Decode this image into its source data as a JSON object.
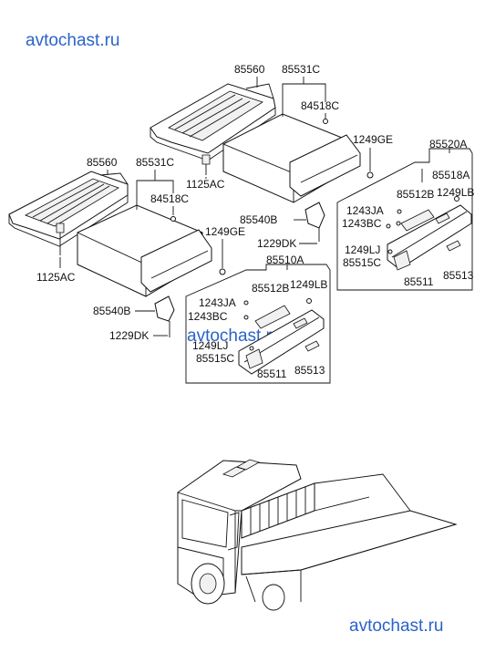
{
  "watermark_top": "avtochast.ru",
  "watermark_mid": "avtochast.ru",
  "watermark_bottom": "avtochast.ru",
  "upper_assembly": {
    "seat_frame": "85560",
    "box": "85531C",
    "box_bolt": "84518C",
    "bolt_left": "1125AC",
    "screw": "1249GE",
    "bracket": "85540B",
    "bracket_screw": "1229DK"
  },
  "lower_assembly": {
    "seat_frame": "85560",
    "box": "85531C",
    "box_bolt": "84518C",
    "bolt_left": "1125AC",
    "screw": "1249GE",
    "bracket": "85540B",
    "bracket_screw": "1229DK"
  },
  "panel_right": {
    "group": "85520A",
    "part_a": "85518A",
    "part_b": "85512B",
    "screw_lb": "1249LB",
    "screw_ja": "1243JA",
    "screw_bc": "1243BC",
    "screw_lj": "1249LJ",
    "part_c": "85515C",
    "panel": "85511",
    "latch": "85513"
  },
  "panel_lower": {
    "group": "85510A",
    "part_b": "85512B",
    "screw_lb": "1249LB",
    "screw_ja": "1243JA",
    "screw_bc": "1243BC",
    "screw_lj": "1249LJ",
    "part_c": "85515C",
    "panel": "85511",
    "latch": "85513"
  }
}
